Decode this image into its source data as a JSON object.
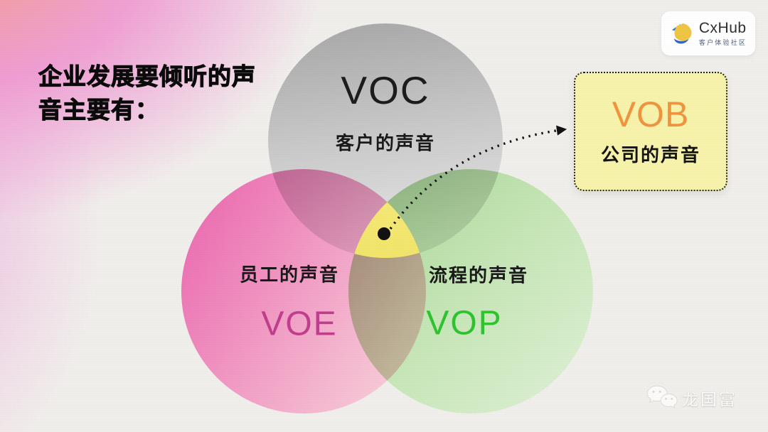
{
  "header": {
    "title": "企业发展要倾听的声\n音主要有："
  },
  "logo": {
    "brand": "CxHub",
    "tagline": "客户体验社区",
    "icon": "cxhub-blob-icon",
    "icon_colors": {
      "blue": "#3566c6",
      "yellow": "#efc544"
    }
  },
  "diagram": {
    "type": "venn",
    "circles": [
      {
        "id": "voc",
        "abbr": "VOC",
        "label": "客户的声音",
        "abbr_color": "#1c1c1c",
        "fill": "#bdbdbd"
      },
      {
        "id": "voe",
        "abbr": "VOE",
        "label": "员工的声音",
        "abbr_color": "#c13e8e",
        "fill": "#ee7ab8"
      },
      {
        "id": "vop",
        "abbr": "VOP",
        "label": "流程的声音",
        "abbr_color": "#2fc32f",
        "fill": "#bfe2af"
      }
    ],
    "center_intersection_color": "#f1e05e",
    "connector": {
      "style": "dotted-arrow",
      "color": "#111111"
    }
  },
  "callout": {
    "abbr": "VOB",
    "label": "公司的声音",
    "abbr_color": "#f0953f",
    "bg": "#f7f3ab"
  },
  "watermark": {
    "text": "龙国富",
    "icon": "wechat-icon"
  }
}
